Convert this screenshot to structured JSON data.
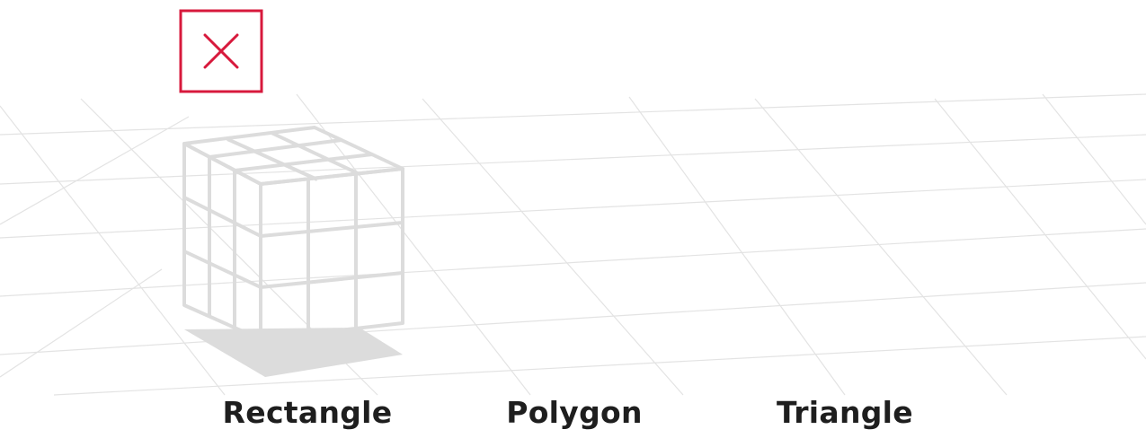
{
  "colors": {
    "accent": "#d7193c",
    "mesh": "#dcdcdc",
    "grid": "#e3e3e3",
    "shadow": "#dcdcdc",
    "text": "#1e1e1e"
  },
  "panels": [
    {
      "id": "rectangle",
      "label": "Rectangle",
      "status": "rejected",
      "status_icon": "cross-icon"
    },
    {
      "id": "polygon",
      "label": "Polygon",
      "status": "rejected",
      "status_icon": "cross-icon"
    },
    {
      "id": "triangle",
      "label": "Triangle",
      "status": "accepted",
      "status_icon": "check-icon"
    }
  ]
}
